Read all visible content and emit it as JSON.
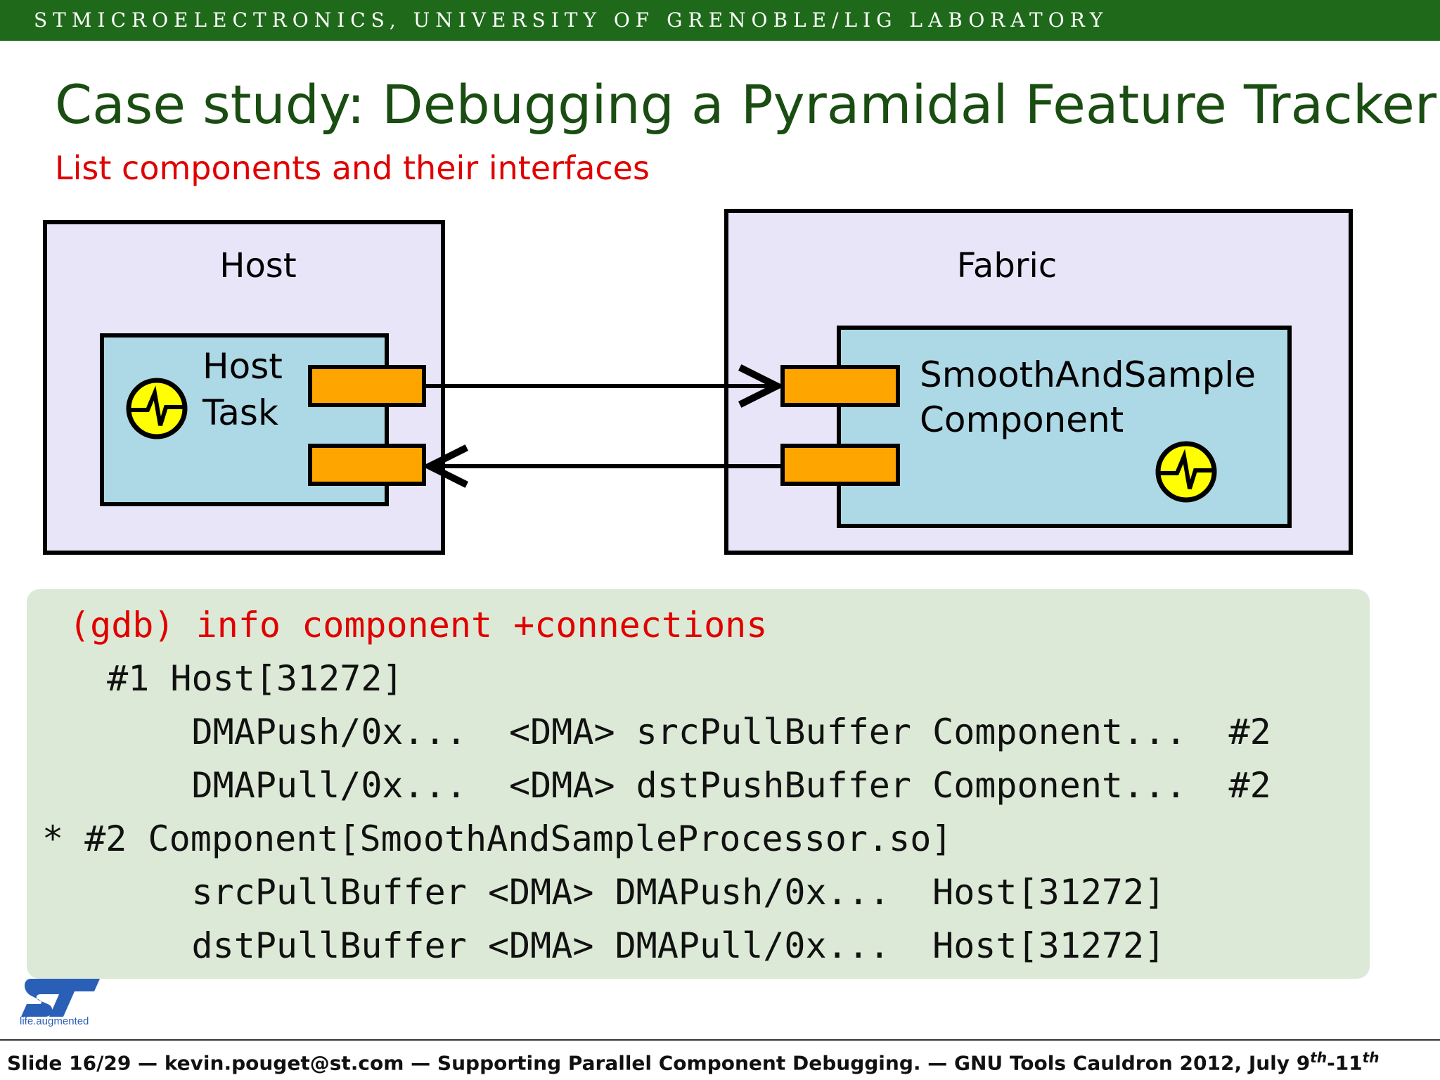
{
  "header": {
    "institutions": "STMICROELECTRONICS, UNIVERSITY OF GRENOBLE/LIG LABORATORY"
  },
  "slide": {
    "title": "Case study: Debugging a Pyramidal Feature Tracker",
    "subtitle": "List components and their interfaces"
  },
  "diagram": {
    "host_box_label": "Host",
    "host_task_label_line1": "Host",
    "host_task_label_line2": "Task",
    "fabric_box_label": "Fabric",
    "component_label_line1": "SmoothAndSample",
    "component_label_line2": "Component",
    "colors": {
      "outer_box": "#e8e5f9",
      "inner_box": "#add8e6",
      "port": "#ffa500",
      "status_icon": "#ffff00"
    },
    "icons": [
      "activity-icon",
      "activity-icon"
    ]
  },
  "terminal": {
    "lines": [
      {
        "text": "(gdb) info component +connections",
        "style": "prompt"
      },
      {
        "text": " #1 Host[31272]",
        "style": "output"
      },
      {
        "text": "     DMAPush/0x...  <DMA> srcPullBuffer Component...  #2",
        "style": "output"
      },
      {
        "text": "     DMAPull/0x...  <DMA> dstPushBuffer Component...  #2",
        "style": "output"
      },
      {
        "text": "* #2 Component[SmoothAndSampleProcessor.so]",
        "style": "output"
      },
      {
        "text": "     srcPullBuffer <DMA> DMAPush/0x...  Host[31272]",
        "style": "output"
      },
      {
        "text": "     dstPullBuffer <DMA> DMAPull/0x...  Host[31272]",
        "style": "output"
      }
    ]
  },
  "logo": {
    "mark": "ST",
    "tagline": "life.augmented"
  },
  "footer": {
    "slide_number": "Slide 16/29",
    "email": "kevin.pouget@st.com",
    "talk_title": "Supporting Parallel Component Debugging.",
    "event": "GNU Tools Cauldron 2012, July 9",
    "sup1": "th",
    "mid": "-11",
    "sup2": "th",
    "separator": " — "
  }
}
